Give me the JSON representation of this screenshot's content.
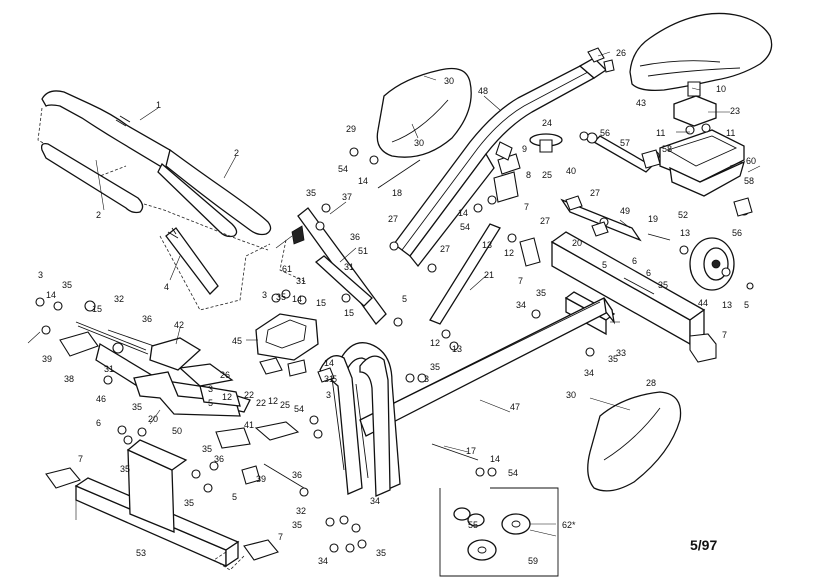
{
  "date_code": "5/97",
  "kit_label": "62*",
  "labels": [
    {
      "id": "l1",
      "text": "1"
    },
    {
      "id": "l2a",
      "text": "2"
    },
    {
      "id": "l2b",
      "text": "2"
    },
    {
      "id": "l3a",
      "text": "3"
    },
    {
      "id": "l3b",
      "text": "3"
    },
    {
      "id": "l3c",
      "text": "3"
    },
    {
      "id": "l3d",
      "text": "3"
    },
    {
      "id": "l3e",
      "text": "3"
    },
    {
      "id": "l4",
      "text": "4"
    },
    {
      "id": "l5a",
      "text": "5"
    },
    {
      "id": "l5b",
      "text": "5"
    },
    {
      "id": "l5c",
      "text": "5"
    },
    {
      "id": "l5d",
      "text": "5"
    },
    {
      "id": "l5e",
      "text": "5"
    },
    {
      "id": "l5f",
      "text": "5"
    },
    {
      "id": "l6a",
      "text": "6"
    },
    {
      "id": "l6b",
      "text": "6"
    },
    {
      "id": "l6c",
      "text": "6"
    },
    {
      "id": "l7a",
      "text": "7"
    },
    {
      "id": "l7b",
      "text": "7"
    },
    {
      "id": "l7c",
      "text": "7"
    },
    {
      "id": "l7d",
      "text": "7"
    },
    {
      "id": "l7e",
      "text": "7"
    },
    {
      "id": "l8",
      "text": "8"
    },
    {
      "id": "l9",
      "text": "9"
    },
    {
      "id": "l10",
      "text": "10"
    },
    {
      "id": "l11a",
      "text": "11"
    },
    {
      "id": "l11b",
      "text": "11"
    },
    {
      "id": "l12a",
      "text": "12"
    },
    {
      "id": "l12b",
      "text": "12"
    },
    {
      "id": "l12c",
      "text": "12"
    },
    {
      "id": "l12d",
      "text": "12"
    },
    {
      "id": "l13a",
      "text": "13"
    },
    {
      "id": "l13b",
      "text": "13"
    },
    {
      "id": "l13c",
      "text": "13"
    },
    {
      "id": "l13d",
      "text": "13"
    },
    {
      "id": "l14a",
      "text": "14"
    },
    {
      "id": "l14b",
      "text": "14"
    },
    {
      "id": "l14c",
      "text": "14"
    },
    {
      "id": "l14d",
      "text": "14"
    },
    {
      "id": "l14e",
      "text": "14"
    },
    {
      "id": "l14f",
      "text": "14"
    },
    {
      "id": "l15a",
      "text": "15"
    },
    {
      "id": "l15b",
      "text": "15"
    },
    {
      "id": "l15c",
      "text": "15"
    },
    {
      "id": "l17",
      "text": "17"
    },
    {
      "id": "l18",
      "text": "18"
    },
    {
      "id": "l19",
      "text": "19"
    },
    {
      "id": "l20a",
      "text": "20"
    },
    {
      "id": "l20b",
      "text": "20"
    },
    {
      "id": "l21",
      "text": "21"
    },
    {
      "id": "l22a",
      "text": "22"
    },
    {
      "id": "l22b",
      "text": "22"
    },
    {
      "id": "l23",
      "text": "23"
    },
    {
      "id": "l24",
      "text": "24"
    },
    {
      "id": "l25a",
      "text": "25"
    },
    {
      "id": "l25b",
      "text": "25"
    },
    {
      "id": "l26a",
      "text": "26"
    },
    {
      "id": "l26b",
      "text": "26"
    },
    {
      "id": "l27a",
      "text": "27"
    },
    {
      "id": "l27b",
      "text": "27"
    },
    {
      "id": "l27c",
      "text": "27"
    },
    {
      "id": "l27d",
      "text": "27"
    },
    {
      "id": "l28",
      "text": "28"
    },
    {
      "id": "l29",
      "text": "29"
    },
    {
      "id": "l30a",
      "text": "30"
    },
    {
      "id": "l30b",
      "text": "30"
    },
    {
      "id": "l30c",
      "text": "30"
    },
    {
      "id": "l31a",
      "text": "31"
    },
    {
      "id": "l31b",
      "text": "31"
    },
    {
      "id": "l31c",
      "text": "31"
    },
    {
      "id": "l31d",
      "text": "31"
    },
    {
      "id": "l32a",
      "text": "32"
    },
    {
      "id": "l32b",
      "text": "32"
    },
    {
      "id": "l33",
      "text": "33"
    },
    {
      "id": "l34a",
      "text": "34"
    },
    {
      "id": "l34b",
      "text": "34"
    },
    {
      "id": "l34c",
      "text": "34"
    },
    {
      "id": "l34d",
      "text": "34"
    },
    {
      "id": "l35a",
      "text": "35"
    },
    {
      "id": "l35b",
      "text": "35"
    },
    {
      "id": "l35c",
      "text": "35"
    },
    {
      "id": "l35d",
      "text": "35"
    },
    {
      "id": "l35e",
      "text": "35"
    },
    {
      "id": "l35f",
      "text": "35"
    },
    {
      "id": "l35g",
      "text": "35"
    },
    {
      "id": "l35h",
      "text": "35"
    },
    {
      "id": "l35i",
      "text": "35"
    },
    {
      "id": "l35j",
      "text": "35"
    },
    {
      "id": "l35k",
      "text": "35"
    },
    {
      "id": "l35l",
      "text": "35"
    },
    {
      "id": "l35m",
      "text": "35"
    },
    {
      "id": "l36a",
      "text": "36"
    },
    {
      "id": "l36b",
      "text": "36"
    },
    {
      "id": "l36c",
      "text": "36"
    },
    {
      "id": "l36d",
      "text": "36"
    },
    {
      "id": "l37",
      "text": "37"
    },
    {
      "id": "l38",
      "text": "38"
    },
    {
      "id": "l39a",
      "text": "39"
    },
    {
      "id": "l39b",
      "text": "39"
    },
    {
      "id": "l40",
      "text": "40"
    },
    {
      "id": "l41",
      "text": "41"
    },
    {
      "id": "l42",
      "text": "42"
    },
    {
      "id": "l43",
      "text": "43"
    },
    {
      "id": "l44",
      "text": "44"
    },
    {
      "id": "l45",
      "text": "45"
    },
    {
      "id": "l46",
      "text": "46"
    },
    {
      "id": "l47",
      "text": "47"
    },
    {
      "id": "l48",
      "text": "48"
    },
    {
      "id": "l49",
      "text": "49"
    },
    {
      "id": "l50",
      "text": "50"
    },
    {
      "id": "l51",
      "text": "51"
    },
    {
      "id": "l52",
      "text": "52"
    },
    {
      "id": "l53",
      "text": "53"
    },
    {
      "id": "l54a",
      "text": "54"
    },
    {
      "id": "l54b",
      "text": "54"
    },
    {
      "id": "l54c",
      "text": "54"
    },
    {
      "id": "l54d",
      "text": "54"
    },
    {
      "id": "l55",
      "text": "55"
    },
    {
      "id": "l56a",
      "text": "56"
    },
    {
      "id": "l56b",
      "text": "56"
    },
    {
      "id": "l57",
      "text": "57"
    },
    {
      "id": "l58a",
      "text": "58"
    },
    {
      "id": "l58b",
      "text": "58"
    },
    {
      "id": "l59",
      "text": "59"
    },
    {
      "id": "l60",
      "text": "60"
    },
    {
      "id": "l61",
      "text": "61"
    }
  ]
}
